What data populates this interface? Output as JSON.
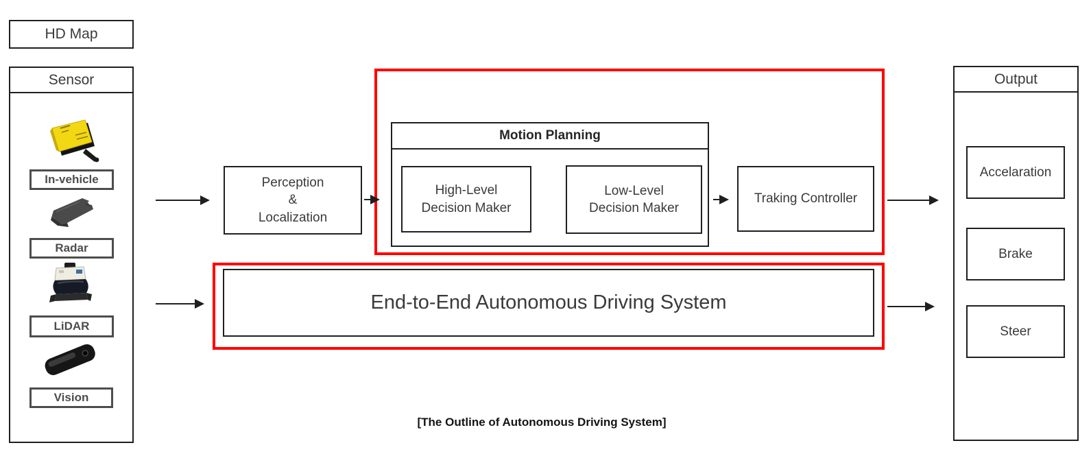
{
  "caption": "[The Outline of Autonomous Driving System]",
  "colors": {
    "highlight_red": "#ff0000",
    "box_border": "#1f1f1f",
    "text": "#3a3a3a",
    "in_vehicle_sensor_yellow": "#f2d713"
  },
  "hd_map": {
    "label": "HD Map"
  },
  "sensor": {
    "title": "Sensor",
    "items": [
      {
        "label": "In-vehicle",
        "icon": "in-vehicle-sensor-icon"
      },
      {
        "label": "Radar",
        "icon": "radar-sensor-icon"
      },
      {
        "label": "LiDAR",
        "icon": "lidar-sensor-icon"
      },
      {
        "label": "Vision",
        "icon": "vision-camera-icon"
      }
    ]
  },
  "pipeline": {
    "perception": "Perception\n&\nLocalization",
    "motion_planning": {
      "title": "Motion Planning",
      "high_level": "High-Level\nDecision Maker",
      "low_level": "Low-Level\nDecision Maker"
    },
    "traking_controller": "Traking Controller",
    "end_to_end": "End-to-End Autonomous Driving System"
  },
  "output": {
    "title": "Output",
    "items": [
      {
        "label": "Accelaration"
      },
      {
        "label": "Brake"
      },
      {
        "label": "Steer"
      }
    ]
  }
}
